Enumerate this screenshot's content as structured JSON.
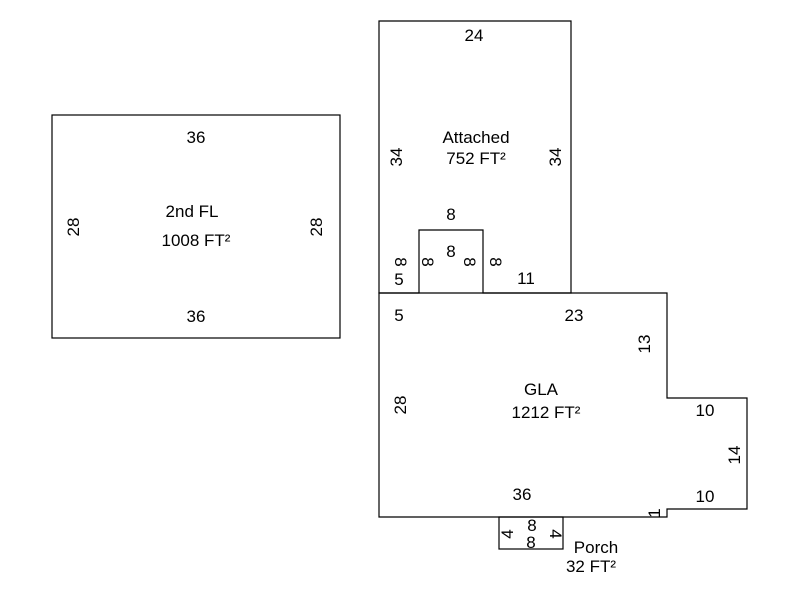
{
  "second_floor": {
    "name": "2nd FL",
    "area": "1008 FT²",
    "top": "36",
    "bottom": "36",
    "left": "28",
    "right": "28"
  },
  "attached": {
    "name": "Attached",
    "area": "752 FT²",
    "top": "24",
    "left": "34",
    "right": "34",
    "bump_top": "8",
    "bump_inner": "8",
    "bump_left_outer": "8",
    "bump_left_inner": "8",
    "bump_right_inner": "8",
    "bump_right_outer": "8",
    "left_lower": "5",
    "right_lower": "11"
  },
  "gla": {
    "name": "GLA",
    "area": "1212 FT²",
    "top_left": "5",
    "top_right": "23",
    "right_upper": "13",
    "step_top": "10",
    "right_side": "14",
    "step_bottom": "10",
    "step_small": "1",
    "bottom": "36",
    "left": "28"
  },
  "porch": {
    "name": "Porch",
    "area": "32 FT²",
    "left": "4",
    "right": "4",
    "top": "8",
    "bottom": "8"
  }
}
